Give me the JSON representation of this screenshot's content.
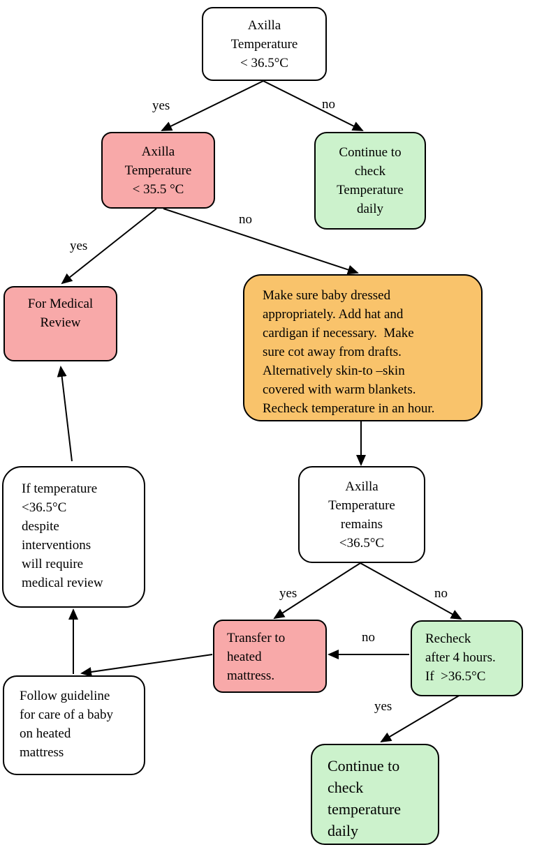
{
  "diagram": {
    "nodes": {
      "start": {
        "text": "Axilla\nTemperature\n< 36.5°C"
      },
      "axilla_355": {
        "text": "Axilla\nTemperature\n< 35.5 °C"
      },
      "continue_daily_top": {
        "text": "Continue to\ncheck\nTemperature\ndaily"
      },
      "medical_review": {
        "text": "For Medical\nReview"
      },
      "warming_advice": {
        "text": "Make sure baby dressed\nappropriately. Add hat and\ncardigan if necessary.  Make\nsure cot away from drafts.\nAlternatively skin-to –skin\ncovered with warm blankets.\nRecheck temperature in an hour."
      },
      "axilla_remains": {
        "text": "Axilla\nTemperature\nremains\n<36.5°C"
      },
      "review_note": {
        "text": "If temperature\n<36.5°C\ndespite\ninterventions\nwill require\nmedical review"
      },
      "transfer_mattress": {
        "text": "Transfer to\nheated\nmattress."
      },
      "recheck_4h": {
        "text": "Recheck\nafter 4 hours.\nIf  >36.5°C"
      },
      "follow_guideline": {
        "text": "Follow guideline\nfor care of a baby\non heated\nmattress"
      },
      "continue_daily_bottom": {
        "text": "Continue to\ncheck\ntemperature\ndaily"
      }
    },
    "edge_labels": {
      "start_yes": "yes",
      "start_no": "no",
      "a355_yes": "yes",
      "a355_no": "no",
      "remains_yes": "yes",
      "remains_no": "no",
      "recheck_no": "no",
      "recheck_yes": "yes"
    },
    "colors": {
      "alert_pink": "#F8A9A9",
      "ok_green": "#CCF2CC",
      "action_orange": "#F9C36B",
      "line_black": "#000000"
    }
  }
}
